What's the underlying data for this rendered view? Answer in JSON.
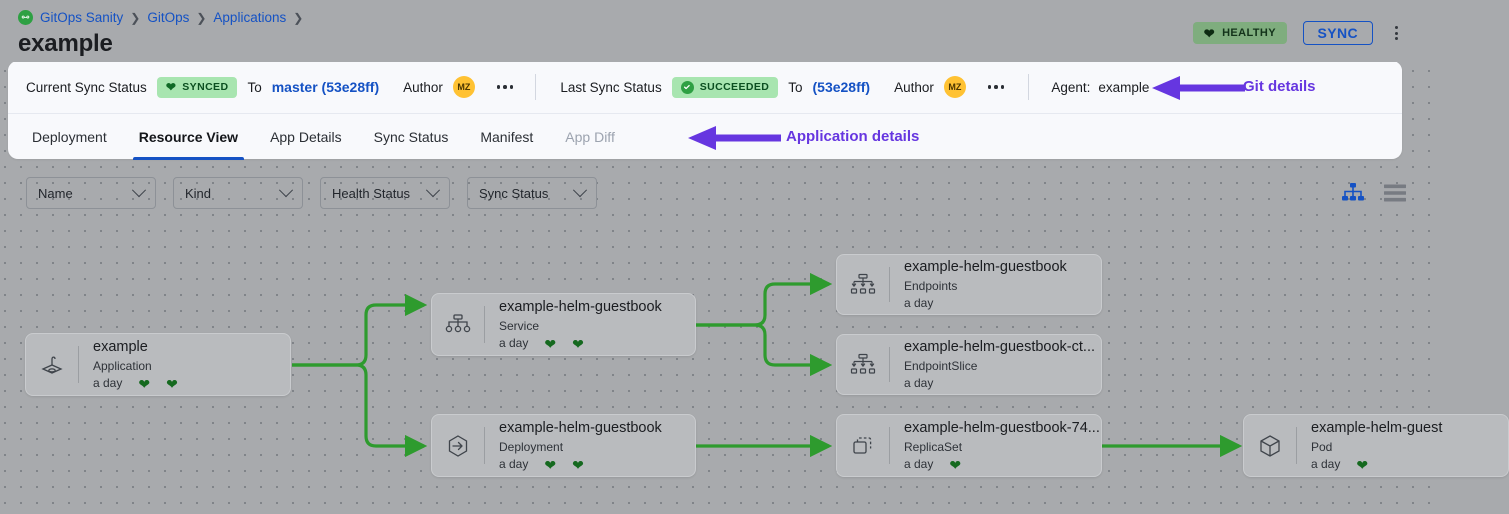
{
  "header": {
    "breadcrumb": [
      {
        "label": "GitOps Sanity",
        "icon": "gitops-logo-icon"
      },
      {
        "label": "GitOps"
      },
      {
        "label": "Applications"
      }
    ],
    "title": "example",
    "health_badge": "HEALTHY",
    "sync_button": "SYNC",
    "overflow_icon": "kebab-menu-icon"
  },
  "status_bar": {
    "current_sync_label": "Current Sync Status",
    "current_sync_value": "SYNCED",
    "current_to_label": "To",
    "current_revision": "master (53e28ff)",
    "current_author_label": "Author",
    "current_author_initials": "MZ",
    "last_sync_label": "Last Sync Status",
    "last_sync_value": "SUCCEEDED",
    "last_to_label": "To",
    "last_revision": "(53e28ff)",
    "last_author_label": "Author",
    "last_author_initials": "MZ",
    "agent_label": "Agent:",
    "agent_value": "example"
  },
  "tabs": [
    {
      "label": "Deployment",
      "active": false,
      "disabled": false
    },
    {
      "label": "Resource View",
      "active": true,
      "disabled": false
    },
    {
      "label": "App Details",
      "active": false,
      "disabled": false
    },
    {
      "label": "Sync Status",
      "active": false,
      "disabled": false
    },
    {
      "label": "Manifest",
      "active": false,
      "disabled": false
    },
    {
      "label": "App Diff",
      "active": false,
      "disabled": true
    }
  ],
  "annotations": [
    {
      "text": "Git details",
      "color": "#6636e0"
    },
    {
      "text": "Application details",
      "color": "#6636e0"
    }
  ],
  "filters": [
    {
      "label": "Name",
      "icon": "chevron-down-icon"
    },
    {
      "label": "Kind",
      "icon": "chevron-down-icon"
    },
    {
      "label": "Health Status",
      "icon": "chevron-down-icon"
    },
    {
      "label": "Sync Status",
      "icon": "chevron-down-icon"
    }
  ],
  "view_toggle": {
    "tree_icon": "tree-view-icon",
    "list_icon": "list-view-icon",
    "active": "tree-view-icon",
    "active_color": "#1552c4",
    "inactive_color": "#777b82"
  },
  "graph": {
    "nodes": [
      {
        "id": "app",
        "title": "example",
        "kind": "Application",
        "age": "a day",
        "hearts": 2,
        "icon": "application-icon"
      },
      {
        "id": "svc",
        "title": "example-helm-guestbook",
        "kind": "Service",
        "age": "a day",
        "hearts": 2,
        "icon": "service-icon"
      },
      {
        "id": "deploy",
        "title": "example-helm-guestbook",
        "kind": "Deployment",
        "age": "a day",
        "hearts": 2,
        "icon": "deployment-icon"
      },
      {
        "id": "endpoints",
        "title": "example-helm-guestbook",
        "kind": "Endpoints",
        "age": "a day",
        "hearts": 0,
        "icon": "endpoints-icon"
      },
      {
        "id": "endpointslice",
        "title": "example-helm-guestbook-ct...",
        "kind": "EndpointSlice",
        "age": "a day",
        "hearts": 0,
        "icon": "endpointslice-icon"
      },
      {
        "id": "replicaset",
        "title": "example-helm-guestbook-74...",
        "kind": "ReplicaSet",
        "age": "a day",
        "hearts": 1,
        "icon": "replicaset-icon"
      },
      {
        "id": "pod",
        "title": "example-helm-guest",
        "kind": "Pod",
        "age": "a day",
        "hearts": 1,
        "icon": "pod-icon"
      }
    ],
    "edges": [
      {
        "from": "app",
        "to": "svc"
      },
      {
        "from": "app",
        "to": "deploy"
      },
      {
        "from": "svc",
        "to": "endpoints"
      },
      {
        "from": "svc",
        "to": "endpointslice"
      },
      {
        "from": "deploy",
        "to": "replicaset"
      },
      {
        "from": "replicaset",
        "to": "pod"
      }
    ],
    "edge_color": "#2e9b2e"
  },
  "colors": {
    "canvas": "#a8aaad",
    "panel": "#f8f9fc",
    "link": "#1552c4",
    "healthy_green": "#7fad7e",
    "synced_green": "#a8e5b0",
    "purple": "#6636e0",
    "avatar": "#ffc233"
  }
}
